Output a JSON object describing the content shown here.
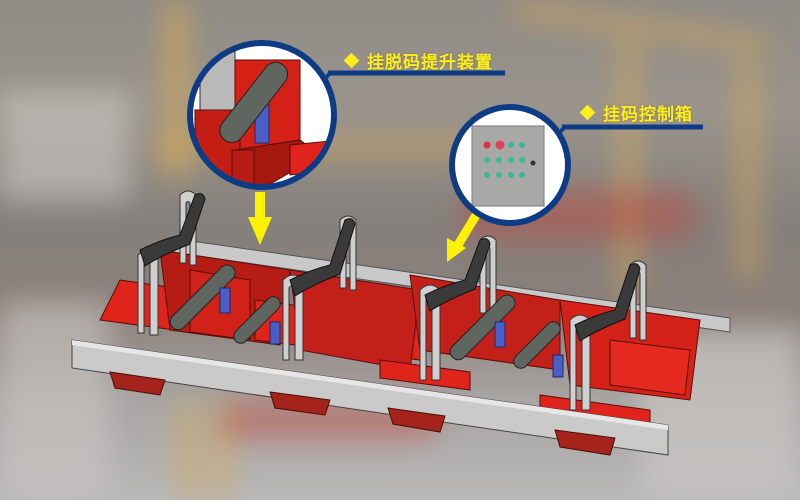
{
  "callouts": [
    {
      "label": "挂脱码提升装置",
      "marker": "diamond-icon"
    },
    {
      "label": "挂码控制箱",
      "marker": "diamond-icon"
    }
  ],
  "colors": {
    "callout_text": "#ffee1a",
    "leader_line": "#0d3c85",
    "circle_border": "#0d3c85",
    "frame_red": "#e0241b",
    "rail_gray": "#c8c8c8",
    "roller_dark": "#3a3a3a",
    "arrow_yellow": "#fff200"
  },
  "control_box": {
    "buttons_rows": [
      [
        "red",
        "red",
        "green",
        "green"
      ],
      [
        "green",
        "green",
        "green",
        "green"
      ],
      [
        "green",
        "green",
        "green",
        "green"
      ]
    ]
  }
}
